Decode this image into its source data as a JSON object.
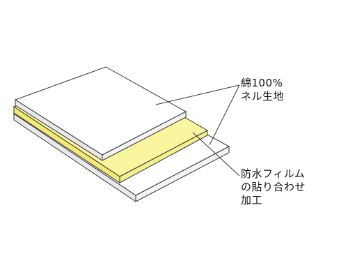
{
  "labels": {
    "cotton": {
      "line1": "綿100%",
      "line2": "ネル生地"
    },
    "film": {
      "line1": "防水フィルム",
      "line2": "の貼り合わせ",
      "line3": "加工"
    }
  },
  "colors": {
    "fabric": "#ffffff",
    "film": "#faf6a0",
    "outline": "#333333",
    "edge_shadow": "#e9e9e9"
  }
}
